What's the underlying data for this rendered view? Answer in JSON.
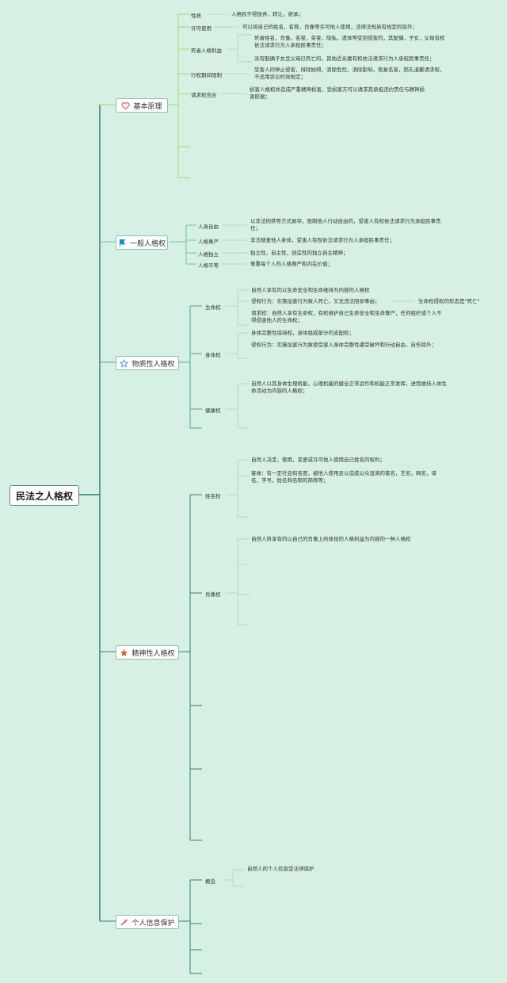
{
  "root": "民法之人格权",
  "branches": {
    "b1": "基本原理",
    "b2": "一般人格权",
    "b3": "物质性人格权",
    "b4": "精神性人格权",
    "b5": "个人信息保护"
  },
  "basic": {
    "xingzhi": "性质",
    "xingzhi_t": "人格权不得放弃，转让，继承；",
    "xuke": "许可使用",
    "xuke_t": "可以将自己的姓名，名称，肖像等许可他人使用，法律法规另有规定的除外；",
    "sizhe": "死者人格利益",
    "sizhe_t1": "死者姓名，肖像，名誉，荣誉，隐私，遗体等受到侵害的，其配偶，子女，父母有权依法请求行为人承担民事责任；",
    "sizhe_t2": "没有配偶子女且父母已死亡的，其他近亲属有权依法请求行为人承担民事责任；",
    "xingquan": "行权期间限制",
    "xingquan_t": "受害人的停止侵害，排除妨碍，消除危险，消除影响，恢复名誉，赔礼道歉请求权，不适用诉讼时效规定；",
    "jinghe": "请求权竞合",
    "jinghe_t": "损害人格权并造成严重精神损害，受损害方可以请求其承担违约责任与精神损害赔偿；"
  },
  "general": {
    "ziyou": "人身自由",
    "ziyou_t": "以非法拘禁等方式剥夺，限制他人行动自由的，受害人有权依法请求行为承担民事责任；",
    "zunyan": "人格尊严",
    "zunyan_t": "非法搜查他人身体，受害人有权依法请求行为人承担民事责任；",
    "duli": "人格独立",
    "duli_t": "独立性，自主性，创造性的独立自主精神；",
    "pingdeng": "人格平等",
    "pingdeng_t": "尊重每个人的人格尊严和内在价值；"
  },
  "material": {
    "shengming": "生命权",
    "sm_t1": "自然人享有的以生命安全和生命维持为内容的人格权",
    "sm_t2": "侵权行为：实施加害行为致人死亡，又无违法阻却事由；",
    "sm_t2b": "生命权侵权的形态是\"死亡\"",
    "sm_t3": "请求权：自然人享有生命权，有权维护自己生命安全和生命尊严，任何组织或个人不得侵害他人的生命权；",
    "shenti": "身体权",
    "st_t1": "身体完整性保持权，身体组成部分的支配权；",
    "st_t2": "侵权行为：实施加害行为致使受害人身体完整性遭受破坏和行动自由，自伤除外；",
    "jiankang": "健康权",
    "jk_t1": "自然人以其身体生理机能，心理机能的健全正常运作和机能正常发挥，进而维持人体生命活动为内容的人格权；"
  },
  "spiritual": {
    "xingming": "姓名权",
    "xm_t1": "自然人决定，使用，变更或许可他人使用自己姓名的权利；",
    "xm_t2": "客体：有一定社会知名度，被他人使用足以造成公众混淆的笔名，艺名，网名，译名，字号，姓名和名称的简称等；",
    "xiaoxiang": "肖像权",
    "xx_t1": "自然人所享有的以自己的肖像上所体现的人格利益为内容的一种人格权"
  },
  "info": {
    "gainian": "概念",
    "gn_t1": "自然人的个人信息受法律保护"
  },
  "colors": {
    "background": "#d6f0e3",
    "line_root": "#2d7c7e",
    "line_branch_light": "#a6d86a",
    "line_sub": "#90c0a4",
    "heart": "#d9534f",
    "flag": "#1a8ccc",
    "star_outline": "#2a8fd6",
    "star_filled": "#e05a2b"
  },
  "icons": {
    "b1": "heart-icon",
    "b2": "flag-icon",
    "b3": "star-outline-icon",
    "b4": "star-filled-icon",
    "b5": "tools-icon"
  }
}
